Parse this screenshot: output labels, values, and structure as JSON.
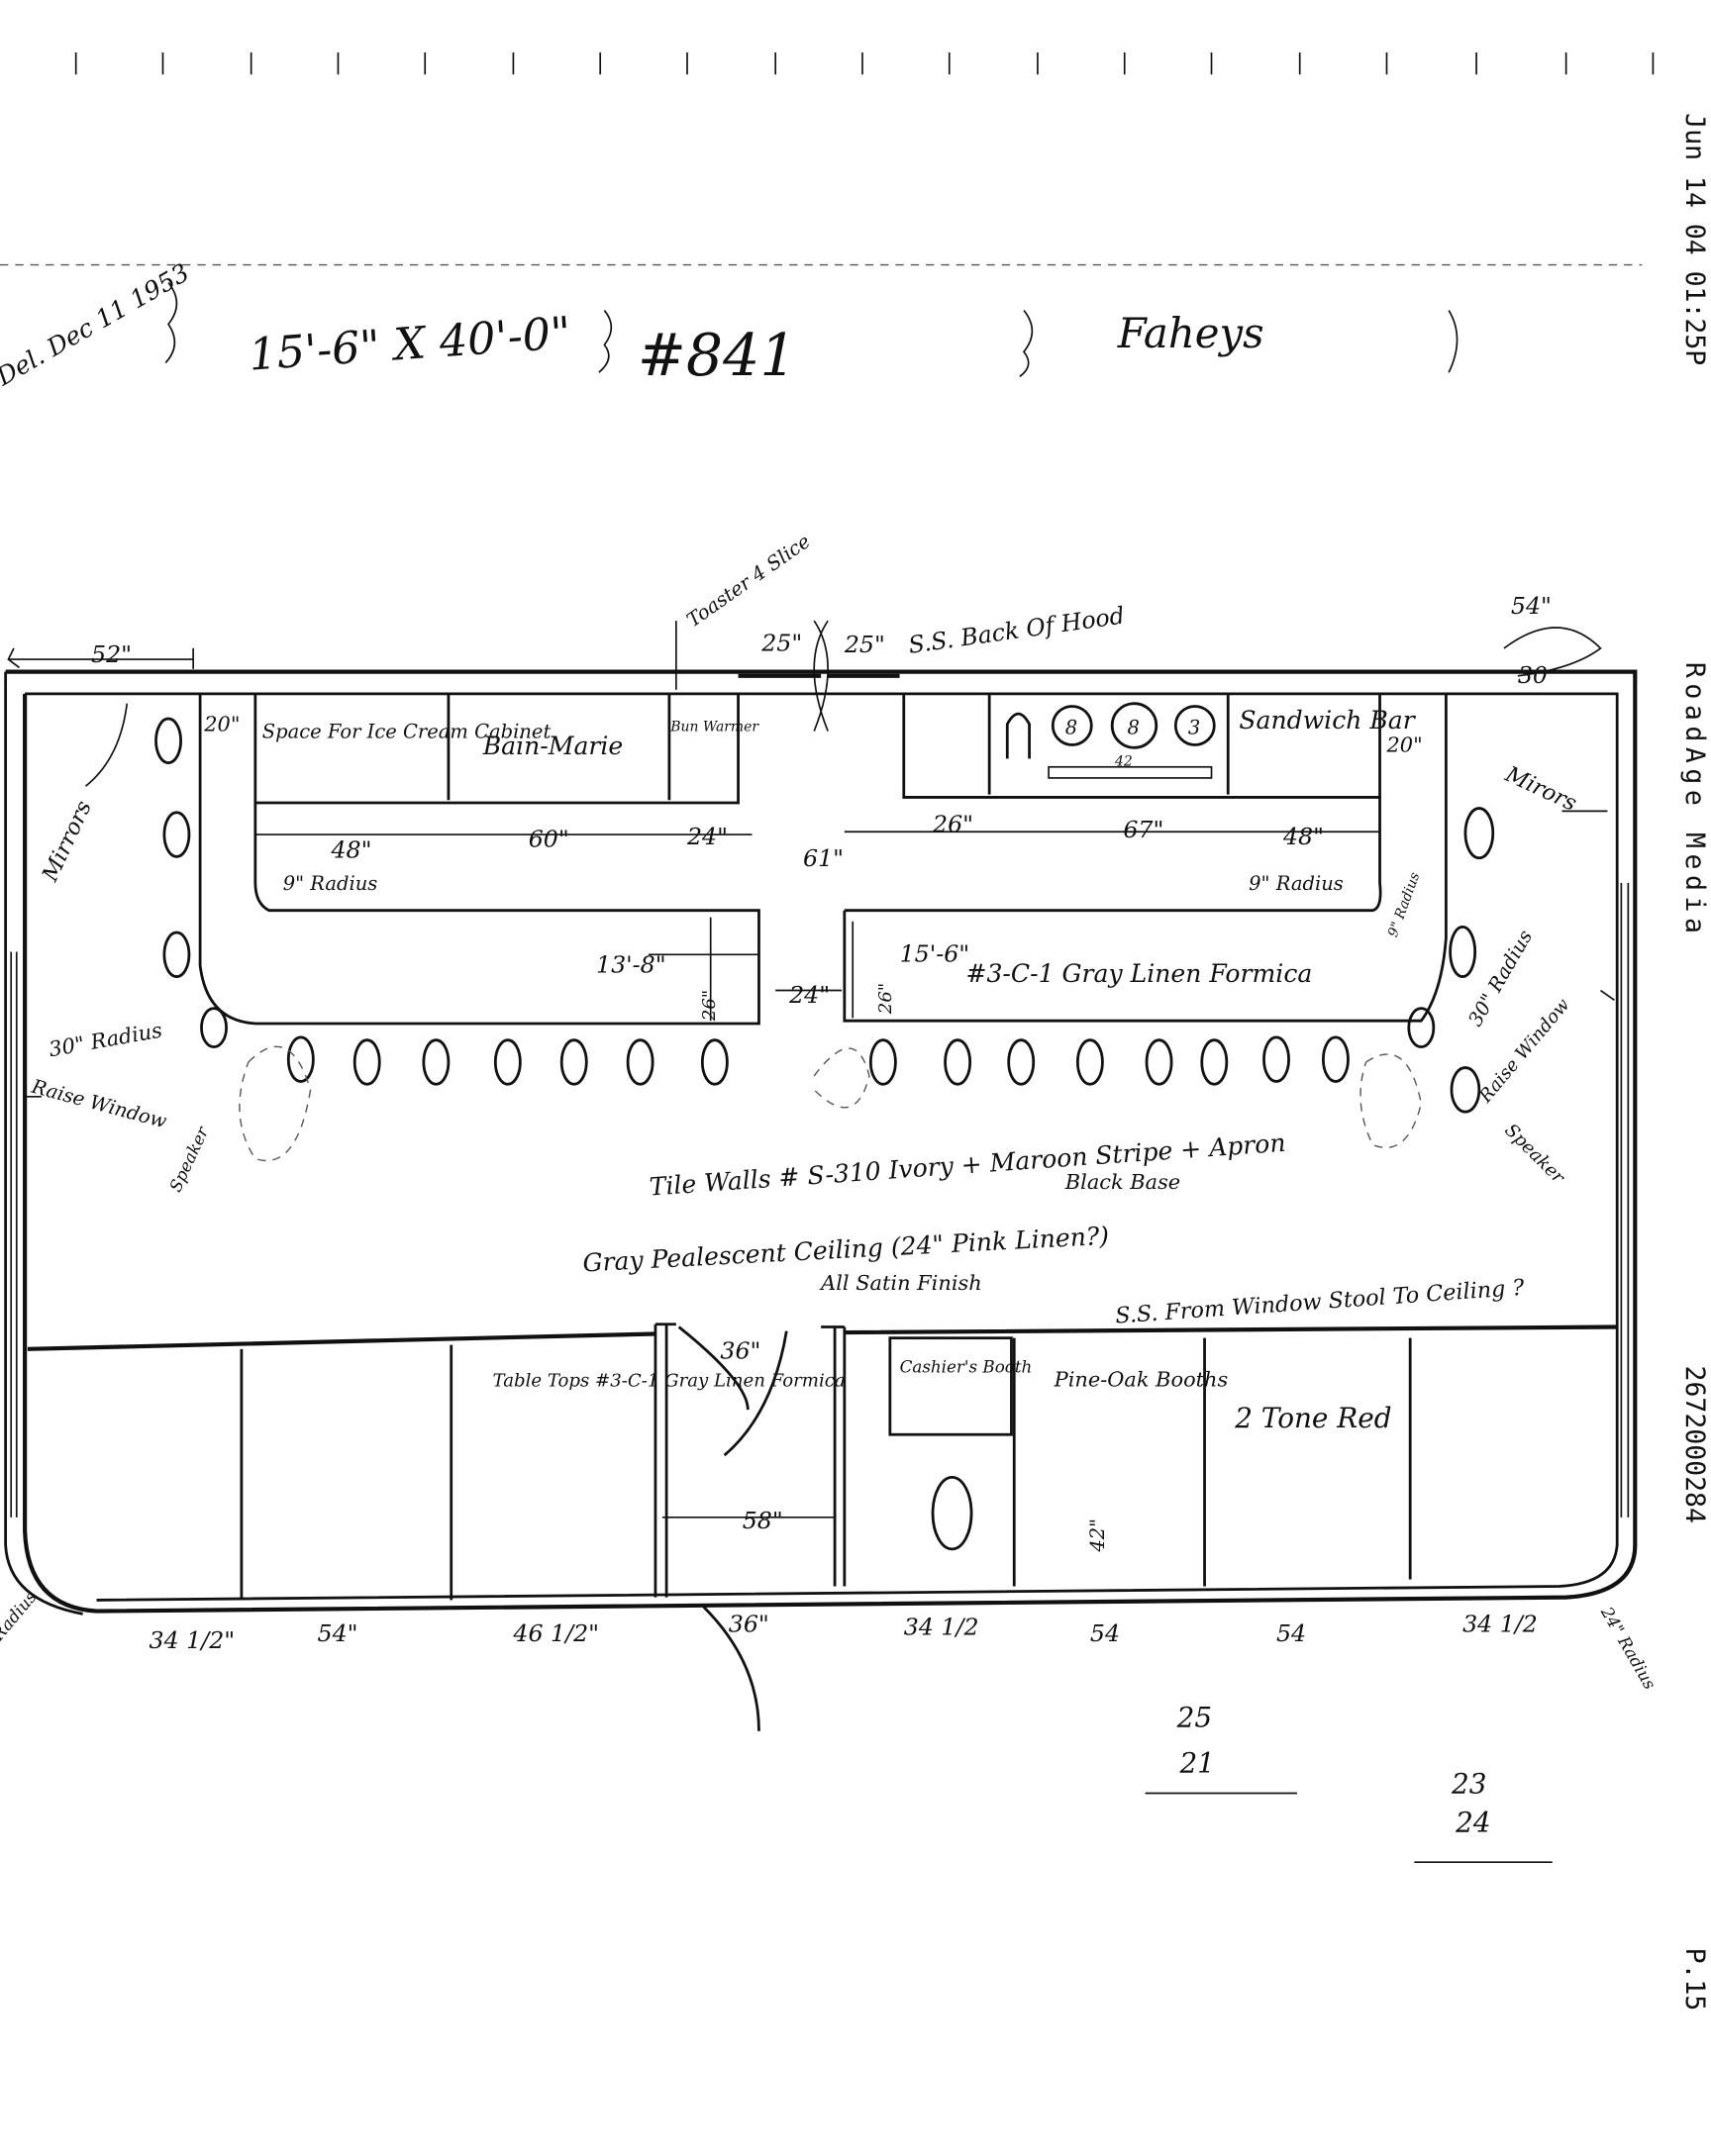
{
  "fax_header": {
    "datetime": "Jun 14 04 01:25P",
    "sender": "RoadAge Media",
    "phone": "2672000284",
    "page": "P.15"
  },
  "title_block": {
    "date": "Del. Dec 11 1953",
    "dimensions": "15'-6\" X 40'-0\"",
    "number": "#841",
    "name": "Faheys"
  },
  "plan_labels": {
    "top_left_dim": "52\"",
    "toaster": "Toaster 4 Slice",
    "dim_25a": "25\"",
    "dim_25b": "25\"",
    "hood": "S.S. Back Of Hood",
    "dim_54": "54\"",
    "dim_30": "30",
    "dim_20_left": "20\"",
    "ice_cream": "Space For Ice Cream Cabinet",
    "bain_marie": "Bain-Marie",
    "bun_warmer": "Bun Warmer",
    "grill_8a": "8",
    "grill_8b": "8",
    "grill_3": "3",
    "grill_dim": "42",
    "sandwich_bar": "Sandwich Bar",
    "dim_20_right": "20\"",
    "mirrors_left": "Mirrors",
    "mirrors_right": "Mirors",
    "dim_48_left": "48\"",
    "dim_60": "60\"",
    "dim_24_top": "24\"",
    "dim_61": "61\"",
    "dim_26": "26\"",
    "dim_67": "67\"",
    "dim_48_right": "48\"",
    "radius_9_left": "9\" Radius",
    "radius_9_right": "9\" Radius",
    "radius_9_right2": "9\" Radius",
    "counter_left_len": "13'-8\"",
    "counter_left_w": "26\"",
    "dim_24_mid": "24\"",
    "counter_right_len": "15'-6\"",
    "counter_right_w": "26\"",
    "formica": "#3-C-1 Gray Linen Formica",
    "radius_30_left": "30\" Radius",
    "radius_30_right": "30\" Radius",
    "raise_window_left": "Raise Window",
    "raise_window_right": "Raise Window",
    "speaker_left": "Speaker",
    "speaker_right": "Speaker",
    "tile_walls": "Tile Walls # S-310 Ivory + Maroon Stripe + Apron",
    "black_base": "Black Base",
    "ceiling": "Gray Pealescent Ceiling (24\" Pink Linen?)",
    "satin": "All Satin Finish",
    "ss_window": "S.S. From Window Stool To Ceiling ?",
    "door_36_top": "36\"",
    "table_tops": "Table Tops #3-C-1 Gray Linen Formica",
    "cashier": "Cashier's Booth",
    "booths": "Pine-Oak Booths",
    "two_tone": "2 Tone Red",
    "dim_58": "58\"",
    "dim_42": "42\"",
    "radius_bl": "Radius",
    "radius_br": "24\" Radius"
  },
  "bottom_dims": [
    "34 1/2\"",
    "54\"",
    "46 1/2\"",
    "36\"",
    "34 1/2",
    "54",
    "54",
    "34 1/2"
  ],
  "notes": {
    "n1": "25",
    "n2": "21",
    "n3": "23",
    "n4": "24"
  }
}
